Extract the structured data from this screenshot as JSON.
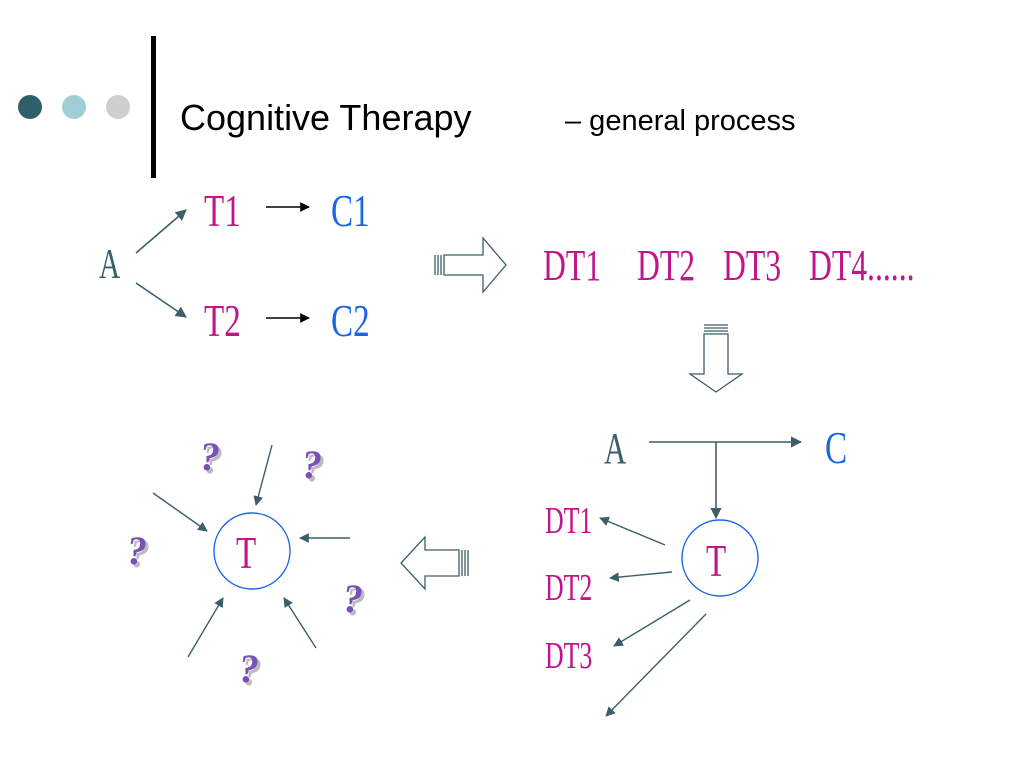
{
  "title": {
    "main": "Cognitive Therapy",
    "sub": "– general process"
  },
  "diagram1": {
    "a": "A",
    "t1": "T1",
    "t2": "T2",
    "c1": "C1",
    "c2": "C2"
  },
  "dt_sequence": [
    "DT1",
    "DT2",
    "DT3",
    "DT4......"
  ],
  "diagram2": {
    "a": "A",
    "c": "C",
    "t": "T",
    "dts": [
      "DT1",
      "DT2",
      "DT3"
    ]
  },
  "diagram3": {
    "t": "T",
    "question": "?"
  },
  "colors": {
    "magenta": "#c0168a",
    "blue": "#1a66e6",
    "slate": "#3a5f6a",
    "dot_dark": "#2f5f68",
    "dot_mid": "#9fcfd4",
    "dot_light": "#cfcfcf",
    "question": "#7b4fb8"
  }
}
